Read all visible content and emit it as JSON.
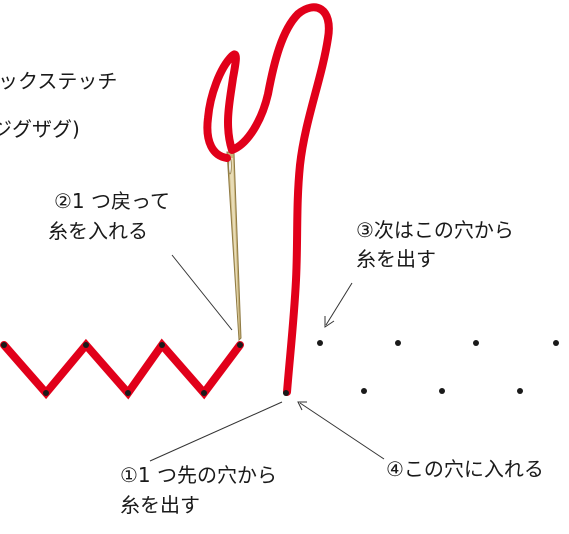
{
  "title": {
    "line1": "ックステッチ",
    "line2": "ジグザグ)"
  },
  "labels": {
    "step1": {
      "line1": "①1 つ先の穴から",
      "line2": "糸を出す"
    },
    "step2": {
      "line1": "②1 つ戻って",
      "line2": "糸を入れる"
    },
    "step3": {
      "line1": "③次はこの穴から",
      "line2": "糸を出す"
    },
    "step4": {
      "line1": "④この穴に入れる"
    }
  },
  "colors": {
    "thread": "#e1001a",
    "needle": "#b9a16a",
    "dot": "#1a1a1a",
    "leader": "#333333"
  }
}
